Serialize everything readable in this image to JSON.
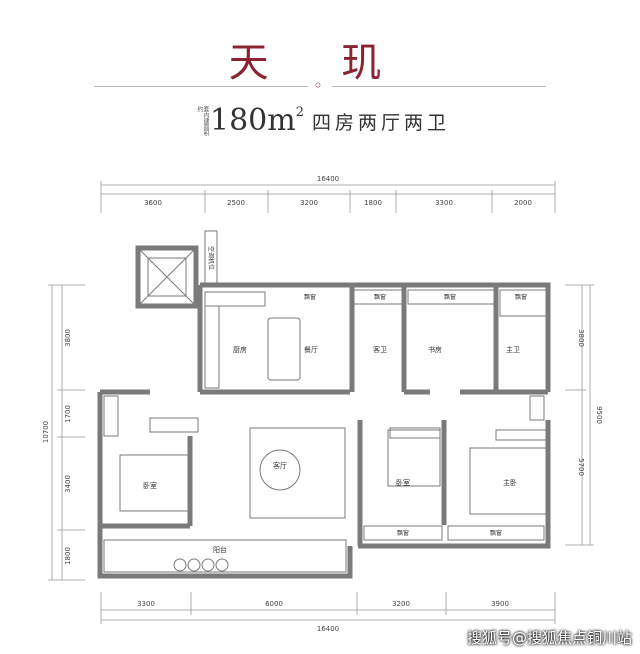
{
  "header": {
    "title": "天 玑",
    "tag": "套内建面积约",
    "area_value": "180m",
    "area_exp": "2",
    "layout": "四房两厅两卫"
  },
  "dimensions": {
    "top_total": "16400",
    "bottom_total": "16400",
    "top": [
      "3600",
      "2500",
      "3200",
      "1800",
      "3300",
      "2000"
    ],
    "bottom": [
      "3300",
      "6000",
      "3200",
      "3900"
    ],
    "left_total": "10700",
    "left": [
      "3800",
      "1700",
      "3400",
      "1800"
    ],
    "right_total": "9500",
    "right": [
      "3800",
      "5700"
    ]
  },
  "rooms": {
    "kitchen": "厨房",
    "dining": "餐厅",
    "guest_bath": "客卫",
    "study": "书房",
    "master_bath": "主卫",
    "living": "客厅",
    "bedroom_left": "卧室",
    "bedroom_mid": "卧室",
    "master_bedroom": "主卧",
    "balcony": "阳台",
    "ac_platform": "空调机位",
    "bay_windows": [
      "飘窗",
      "飘窗",
      "飘窗",
      "飘窗",
      "飘窗",
      "飘窗"
    ]
  },
  "watermark": "搜狐号@搜狐焦点铜川站",
  "colors": {
    "title": "#8a2430",
    "wall": "#7a7a7a"
  }
}
